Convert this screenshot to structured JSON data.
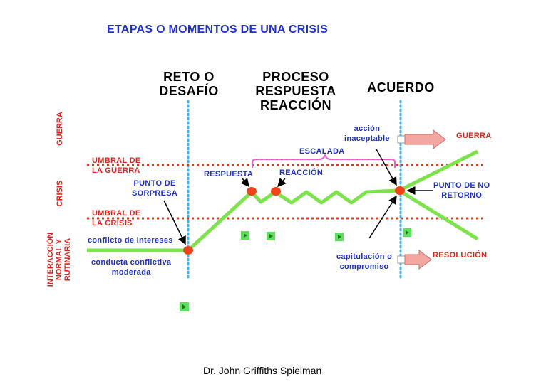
{
  "title": "ETAPAS O MOMENTOS DE UNA CRISIS",
  "stages": {
    "reto": [
      "RETO O",
      "DESAFÍO"
    ],
    "proceso": [
      "PROCESO",
      "RESPUESTA",
      "REACCIÓN"
    ],
    "acuerdo": "ACUERDO"
  },
  "left_axis": {
    "guerra": "GUERRA",
    "crisis": "CRISIS",
    "interaccion": [
      "INTERACCIÓN",
      "NORMAL Y",
      "RUTINARIA"
    ]
  },
  "thresholds": {
    "guerra": [
      "UMBRAL DE",
      "LA GUERRA"
    ],
    "crisis": [
      "UMBRAL DE",
      "LA CRISIS"
    ]
  },
  "labels": {
    "escalada": "ESCALADA",
    "respuesta": "RESPUESTA",
    "reaccion": "REACCIÓN",
    "punto_sorpresa": [
      "PUNTO DE",
      "SORPRESA"
    ],
    "conflicto": "conflicto de intereses",
    "conducta": [
      "conducta conflictiva",
      "moderada"
    ],
    "accion": [
      "acción",
      "inaceptable"
    ],
    "capitulacion": [
      "capitulación o",
      "compromiso"
    ],
    "punto_no_retorno": [
      "PUNTO DE NO",
      "RETORNO"
    ],
    "guerra_outcome": "GUERRA",
    "resolucion_outcome": "RESOLUCIÓN"
  },
  "footer": "Dr. John Griffiths Spielman",
  "colors": {
    "blue_text": "#1f2fd0",
    "red_text": "#e0211c",
    "green_line": "#7de34a",
    "threshold_dots": "#e03a1c",
    "stage_dots": "#38b6f0",
    "brace": "#f25ccf",
    "node": "#f0431b",
    "arrow_fill": "#f4a6a0"
  },
  "icons": [
    "play-button-icon",
    "arrow-right-icon"
  ]
}
